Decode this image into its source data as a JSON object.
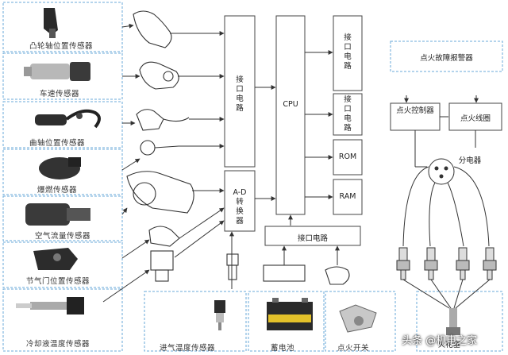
{
  "sensors": {
    "camshaft": "凸轮轴位置传感器",
    "speed": "车速传感器",
    "crankshaft": "曲轴位置传感器",
    "knock": "爆燃传感器",
    "airflow": "空气流量传感器",
    "throttle": "节气门位置传感器",
    "coolant": "冷却液温度传感器",
    "intake_temp": "进气温度传感器",
    "battery": "蓄电池",
    "ignition_switch": "点火开关"
  },
  "ecu": {
    "interface_left": "接口电路",
    "ad_converter_chars": [
      "A-D",
      "转",
      "换",
      "器"
    ],
    "cpu": "CPU",
    "interface_top": "接口电路",
    "interface_mid": "接口电路",
    "rom": "ROM",
    "ram": "RAM",
    "interface_bottom": "接口电路"
  },
  "ignition": {
    "fault_alarm": "点火故障报警器",
    "ignition_control": "点火控制器",
    "ignition_coil": "点火线圈",
    "distributor": "分电器",
    "spark_plug": "火花塞"
  },
  "watermark": "头条 @机电之家",
  "colors": {
    "dashed_border": "#6aa8d8",
    "line": "#333333",
    "box_border": "#444444"
  }
}
